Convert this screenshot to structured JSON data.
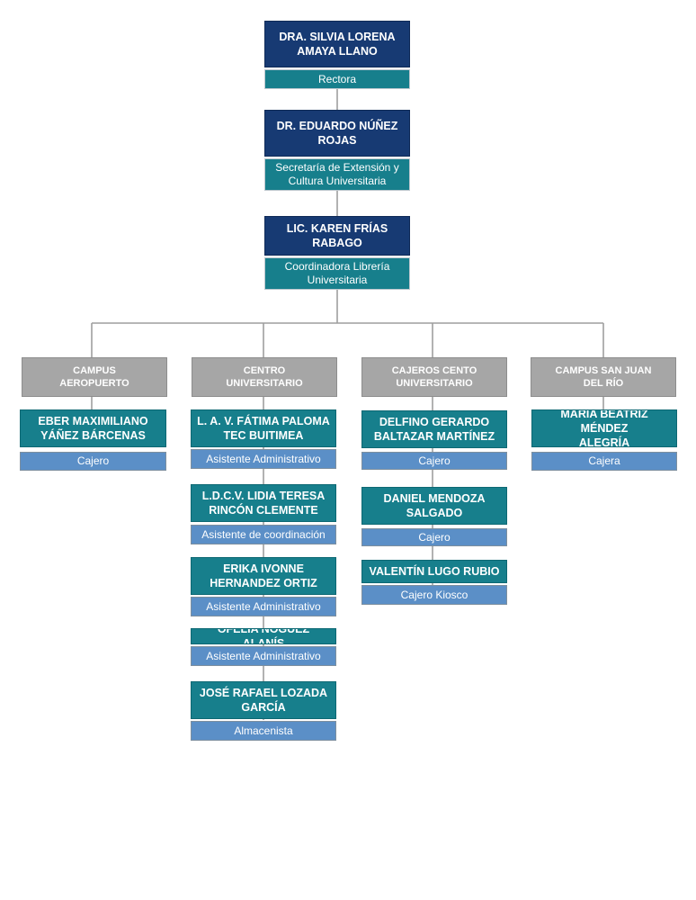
{
  "top": [
    {
      "name": "DRA. SILVIA LORENA\nAMAYA LLANO",
      "role": "Rectora"
    },
    {
      "name": "DR. EDUARDO NÚÑEZ\nROJAS",
      "role": "Secretaría de Extensión y\nCultura Universitaria"
    },
    {
      "name": "LIC. KAREN FRÍAS\nRABAGO",
      "role": "Coordinadora Librería\nUniversitaria"
    }
  ],
  "departments": [
    {
      "label": "CAMPUS\nAEROPUERTO",
      "members": [
        {
          "name": "EBER MAXIMILIANO\nYÁÑEZ BÁRCENAS",
          "role": "Cajero"
        }
      ]
    },
    {
      "label": "CENTRO\nUNIVERSITARIO",
      "members": [
        {
          "name": "L. A. V. FÁTIMA PALOMA\nTEC BUITIMEA",
          "role": "Asistente Administrativo"
        },
        {
          "name": "L.D.C.V. LIDIA TERESA\nRINCÓN CLEMENTE",
          "role": "Asistente de coordinación"
        },
        {
          "name": "ERIKA IVONNE\nHERNANDEZ ORTIZ",
          "role": "Asistente Administrativo"
        },
        {
          "name": "OFELIA NOGUEZ ALANÍS",
          "role": "Asistente Administrativo"
        },
        {
          "name": "JOSÉ RAFAEL LOZADA\nGARCÍA",
          "role": "Almacenista"
        }
      ]
    },
    {
      "label": "CAJEROS CENTO\nUNIVERSITARIO",
      "members": [
        {
          "name": "DELFINO GERARDO\nBALTAZAR MARTÍNEZ",
          "role": "Cajero"
        },
        {
          "name": "DANIEL MENDOZA\nSALGADO",
          "role": "Cajero"
        },
        {
          "name": "VALENTÍN LUGO RUBIO",
          "role": "Cajero Kiosco"
        }
      ]
    },
    {
      "label": "CAMPUS SAN JUAN\nDEL RÍO",
      "members": [
        {
          "name": "MARÍA BEATRIZ MÉNDEZ\nALEGRÍA",
          "role": "Cajera"
        }
      ]
    }
  ]
}
